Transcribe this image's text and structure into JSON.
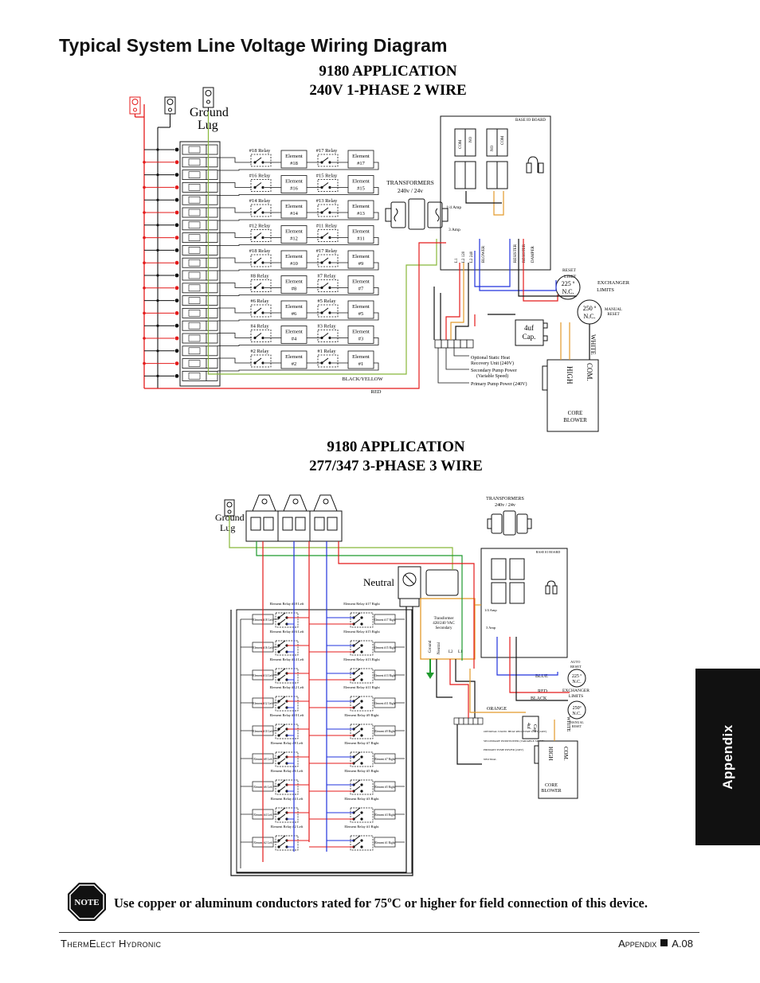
{
  "page": {
    "title": "Typical System Line Voltage Wiring Diagram",
    "tab_label": "Appendix",
    "note_icon_label": "NOTE",
    "note_text": "Use copper or aluminum conductors rated for 75ºC or higher for field connection of this device.",
    "footer_left": "ThermElect Hydronic",
    "footer_section": "Appendix",
    "footer_page": "A.08"
  },
  "diagram1": {
    "heading_line1": "9180 APPLICATION",
    "heading_line2": "240V 1-PHASE 2 WIRE",
    "ground_lug": [
      "Ground",
      "Lug"
    ],
    "relays": [
      {
        "left": "#18 Relay",
        "right": "#17 Relay"
      },
      {
        "left": "#16 Relay",
        "right": "#15 Relay"
      },
      {
        "left": "#14 Relay",
        "right": "#13 Relay"
      },
      {
        "left": "#12 Relay",
        "right": "#11 Relay"
      },
      {
        "left": "#18 Relay",
        "right": "#17 Relay"
      },
      {
        "left": "#8 Relay",
        "right": "#7 Relay"
      },
      {
        "left": "#6 Relay",
        "right": "#5 Relay"
      },
      {
        "left": "#4 Relay",
        "right": "#3 Relay"
      },
      {
        "left": "#2 Relay",
        "right": "#1 Relay"
      }
    ],
    "elements": [
      {
        "left": [
          "Element",
          "#18"
        ],
        "right": [
          "Element",
          "#17"
        ]
      },
      {
        "left": [
          "Element",
          "#16"
        ],
        "right": [
          "Element",
          "#15"
        ]
      },
      {
        "left": [
          "Element",
          "#14"
        ],
        "right": [
          "Element",
          "#13"
        ]
      },
      {
        "left": [
          "Element",
          "#12"
        ],
        "right": [
          "Element",
          "#11"
        ]
      },
      {
        "left": [
          "Element",
          "#10"
        ],
        "right": [
          "Element",
          "#9"
        ]
      },
      {
        "left": [
          "Element",
          "#8"
        ],
        "right": [
          "Element",
          "#7"
        ]
      },
      {
        "left": [
          "Element",
          "#6"
        ],
        "right": [
          "Element",
          "#5"
        ]
      },
      {
        "left": [
          "Element",
          "#4"
        ],
        "right": [
          "Element",
          "#3"
        ]
      },
      {
        "left": [
          "Element",
          "#2"
        ],
        "right": [
          "Element",
          "#1"
        ]
      }
    ],
    "transformers": [
      "TRANSFORMERS",
      "240v / 24v"
    ],
    "base_io_board": "BASE IO BOARD",
    "amp_labels": [
      "1/4 Amp",
      "3 Amp"
    ],
    "terminal_labels": [
      "L1",
      "L2 120",
      "L2 240",
      "BLOWER",
      "RESISTER",
      "RESISTER",
      "DAMPER"
    ],
    "relay_box_labels": [
      "COM",
      "NO",
      "NO",
      "COM"
    ],
    "reset_label": [
      "RESET",
      "LIMIT"
    ],
    "limit_225": [
      "225 º",
      "N.C."
    ],
    "limit_250": [
      "250 º",
      "N.C."
    ],
    "exchanger_limits": [
      "EXCHANGER",
      "LIMITS"
    ],
    "manual_reset": [
      "MANUAL",
      "RESET"
    ],
    "cap": [
      "4uf",
      "Cap."
    ],
    "optional_static": [
      "Optional Static Heat",
      "Recovery Unit (240V)"
    ],
    "secondary_pump": [
      "Secondary Pump Power",
      "(Variable Speed)"
    ],
    "primary_pump": "Primary Pump Power (240V)",
    "black_yellow": "BLACK/YELLOW",
    "red": "RED",
    "motor_labels": [
      "HIGH",
      "COM.",
      "WHITE"
    ],
    "core_blower": [
      "CORE",
      "BLOWER"
    ]
  },
  "diagram2": {
    "heading_line1": "9180 APPLICATION",
    "heading_line2": "277/347 3-PHASE 3 WIRE",
    "ground_lug": [
      "Ground",
      "Lug"
    ],
    "neutral": "Neutral",
    "transformers": [
      "TRANSFORMERS",
      "240v / 24v"
    ],
    "base_io_board": "BASE IO BOARD",
    "transformer_box": [
      "Transformer",
      "428/240 VAC",
      "Secondary"
    ],
    "transformer_terms": [
      "Ground",
      "Neutral",
      "L2",
      "L1"
    ],
    "left_relays": [
      "Element Relay #18 Left",
      "Element Relay #16 Left",
      "Element Relay #14 Left",
      "Element Relay #12 Left",
      "Element Relay #10 Left",
      "Element Relay #8 Left",
      "Element Relay #6 Left",
      "Element Relay #4 Left",
      "Element Relay #2 Left"
    ],
    "right_relays": [
      "Element Relay #17 Right",
      "Element Relay #15 Right",
      "Element Relay #13 Right",
      "Element Relay #11 Right",
      "Element Relay #9 Right",
      "Element Relay #7 Right",
      "Element Relay #5 Right",
      "Element Relay #3 Right",
      "Element Relay #1 Right"
    ],
    "left_elements": [
      "Element #18 Left",
      "Element #16 Left",
      "Element #14 Left",
      "Element #12 Left",
      "Element #10 Left",
      "Element #8 Left",
      "Element #6 Left",
      "Element #4 Left",
      "Element #2 Left"
    ],
    "right_elements": [
      "Element #17 Right",
      "Element #15 Right",
      "Element #13 Right",
      "Element #11 Right",
      "Element #9 Right",
      "Element #7 Right",
      "Element #5 Right",
      "Element #3 Right",
      "Element #1 Right"
    ],
    "amp_labels": [
      "1/4 Amp",
      "3 Amp"
    ],
    "auto_reset": [
      "AUTO",
      "RESET"
    ],
    "limit_225": [
      "225 º",
      "N.C."
    ],
    "limit_250": [
      "250º",
      "N.C."
    ],
    "exchanger_limits": [
      "EXCHANGER",
      "LIMITS"
    ],
    "manual_reset": [
      "MANUAL",
      "RESET"
    ],
    "wire_labels": {
      "blue": "BLUE",
      "red": "RED",
      "black": "BLACK",
      "orange": "ORANGE"
    },
    "cap": [
      "4uf",
      "Cap"
    ],
    "optional_lines": [
      "OPTIONAL STATIC HEAT RECOVERY UNIT (240V)",
      "SECONDARY PUMP POWER (VARIABLE SPEED)",
      "PRIMARY PUMP POWER (240V)",
      "NEUTRAL"
    ],
    "motor_labels": [
      "HIGH",
      "COM.",
      "WHITE"
    ],
    "core_blower": [
      "CORE",
      "BLOWER"
    ]
  },
  "colors": {
    "red": "#e41b1b",
    "blue": "#2233dd",
    "green": "#1f9a2e",
    "yellow_green": "#88b83a",
    "orange": "#e39a2b",
    "black": "#111111"
  }
}
